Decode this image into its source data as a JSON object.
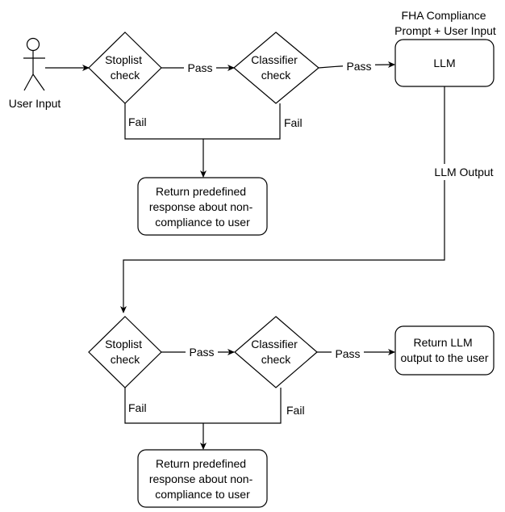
{
  "actor": {
    "label": "User Input",
    "icon": "stick-figure-icon"
  },
  "top_row": {
    "stoplist": [
      "Stoplist",
      "check"
    ],
    "classifier": [
      "Classifier",
      "check"
    ],
    "pass_1": "Pass",
    "pass_2": "Pass",
    "fail_1": "Fail",
    "fail_2": "Fail",
    "return_box": [
      "Return predefined",
      "response about non-",
      "compliance to user"
    ]
  },
  "llm": {
    "caption": [
      "FHA Compliance",
      "Prompt + User Input"
    ],
    "label": "LLM",
    "output_label": "LLM Output"
  },
  "bottom_row": {
    "stoplist": [
      "Stoplist",
      "check"
    ],
    "classifier": [
      "Classifier",
      "check"
    ],
    "pass_1": "Pass",
    "pass_2": "Pass",
    "fail_1": "Fail",
    "fail_2": "Fail",
    "return_box": [
      "Return predefined",
      "response about non-",
      "compliance to user"
    ],
    "output_box": [
      "Return LLM",
      "output to the user"
    ]
  }
}
